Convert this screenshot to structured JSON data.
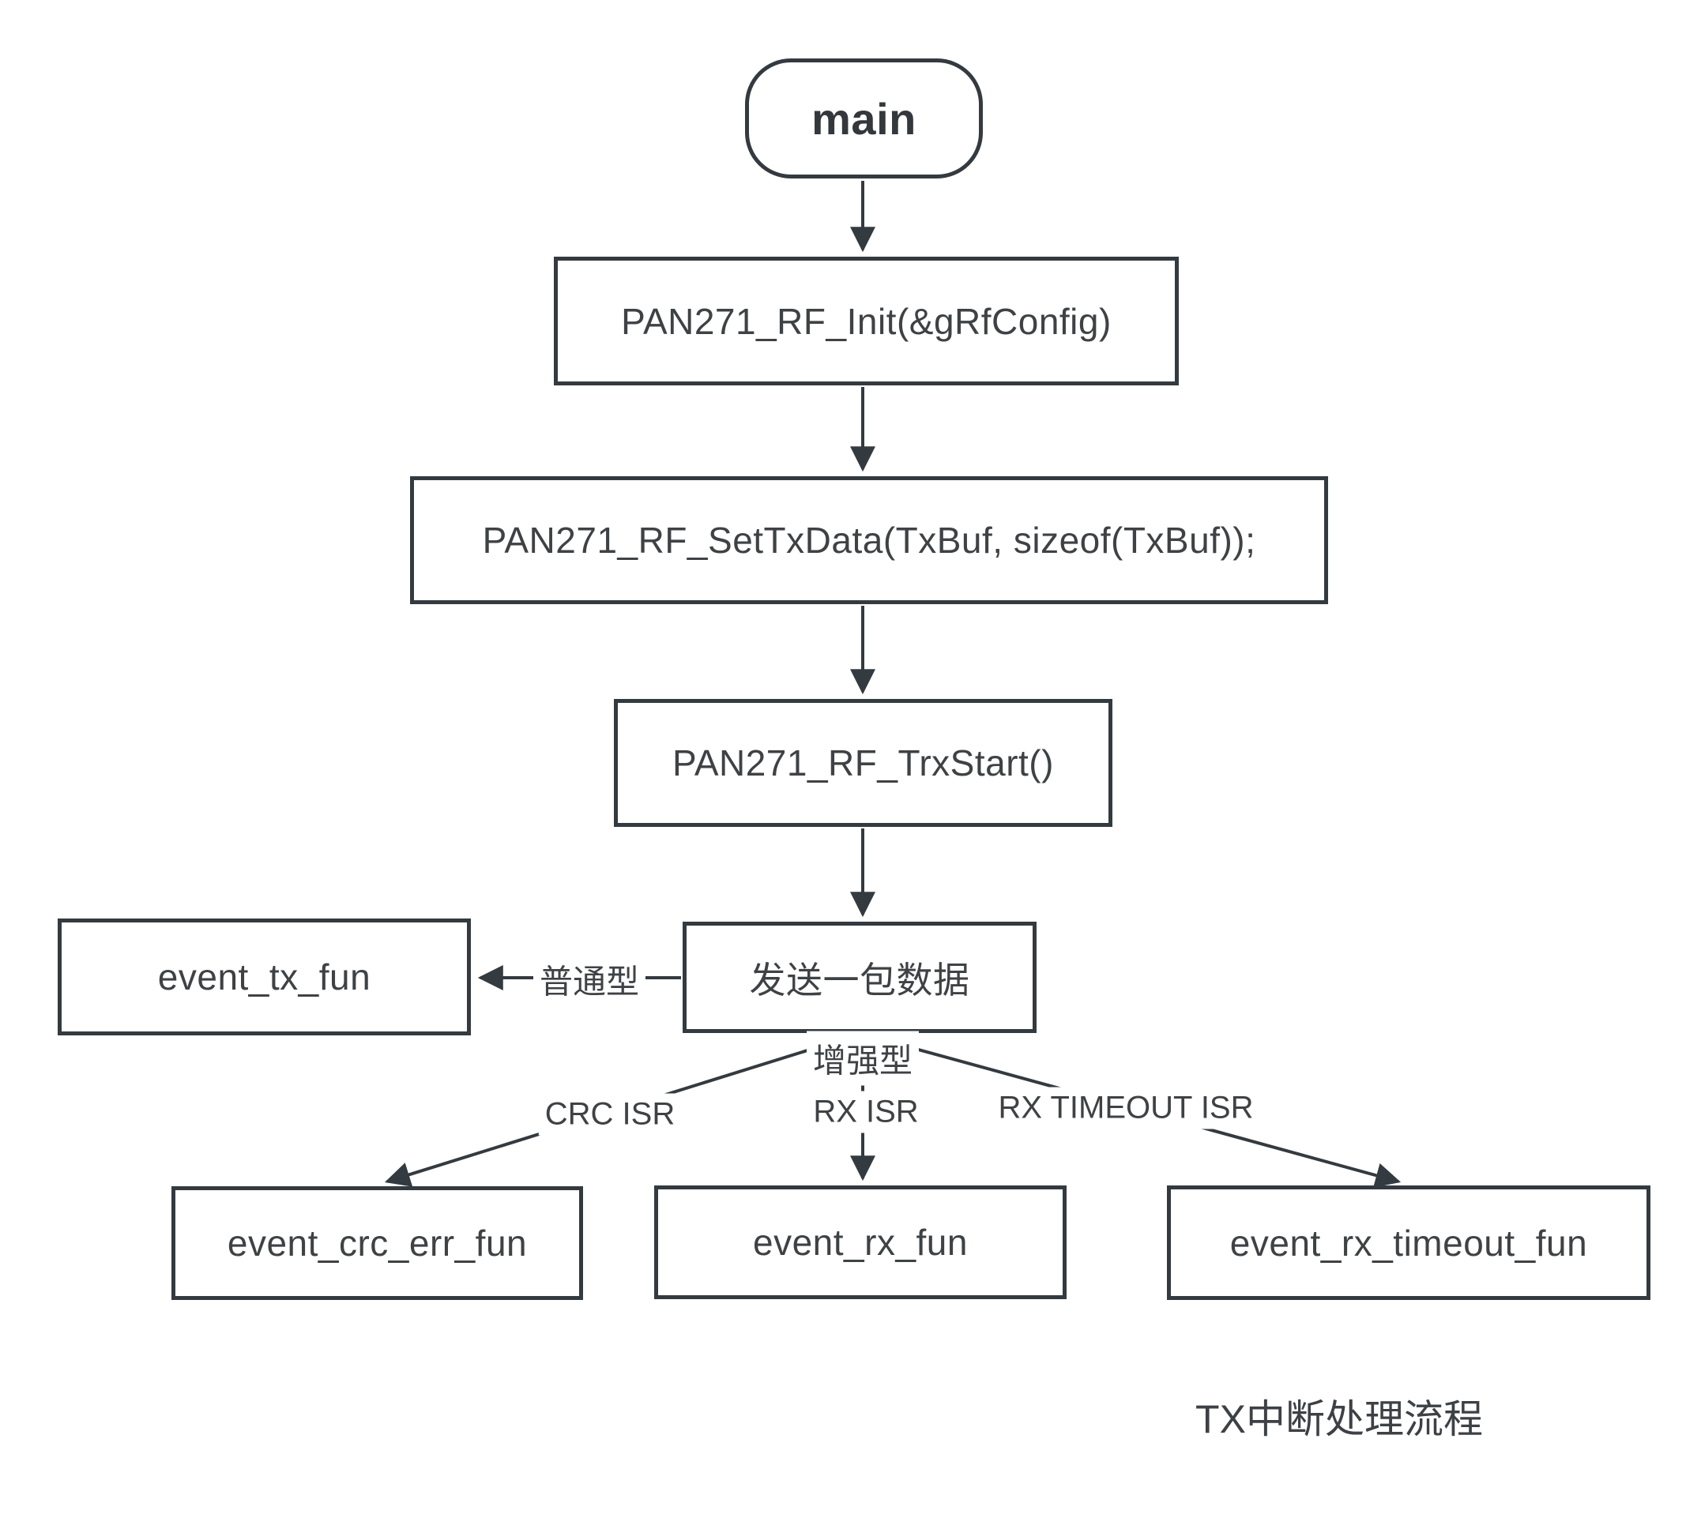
{
  "diagram": {
    "caption": "TX中断处理流程",
    "nodes": {
      "main": "main",
      "rf_init": "PAN271_RF_Init(&gRfConfig)",
      "set_tx_data": "PAN271_RF_SetTxData(TxBuf, sizeof(TxBuf));",
      "trx_start": "PAN271_RF_TrxStart()",
      "send_packet": "发送一包数据",
      "event_tx_fun": "event_tx_fun",
      "event_crc_err_fun": "event_crc_err_fun",
      "event_rx_fun": "event_rx_fun",
      "event_rx_timeout_fun": "event_rx_timeout_fun"
    },
    "edge_labels": {
      "normal_type": "普通型",
      "enhanced_type": "增强型",
      "crc_isr": "CRC ISR",
      "rx_isr": "RX ISR",
      "rx_timeout_isr": "RX TIMEOUT ISR"
    },
    "colors": {
      "line": "#333a40",
      "text": "#3f4245",
      "background": "#ffffff"
    }
  }
}
